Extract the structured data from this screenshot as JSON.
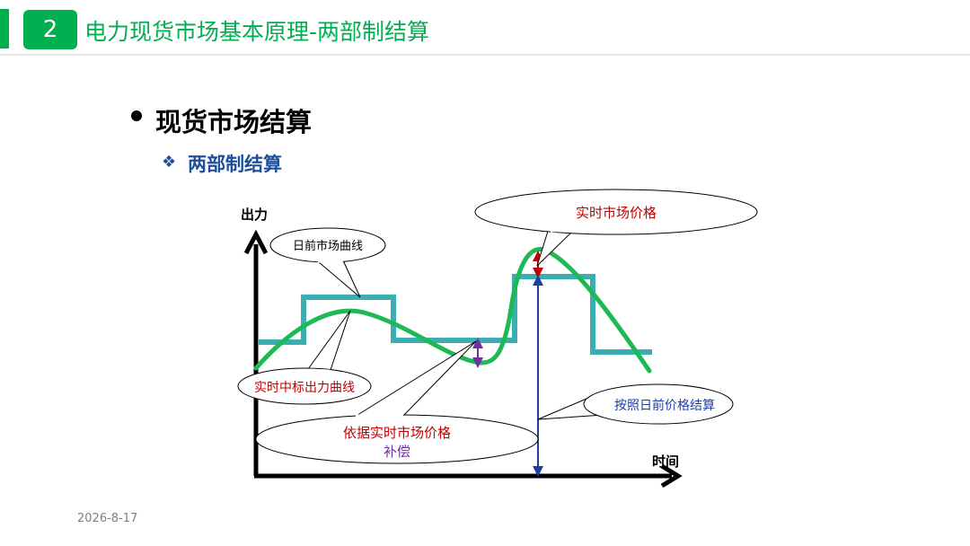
{
  "header": {
    "slide_number": "2",
    "title": "电力现货市场基本原理-两部制结算"
  },
  "heading": "现货市场结算",
  "subheading": "两部制结算",
  "subheading_bullet_icon": "diamond-bullet-icon",
  "diagram": {
    "y_axis_label": "出力",
    "x_axis_label": "时间",
    "callouts": {
      "day_ahead_curve": "日前市场曲线",
      "realtime_price": "实时市场价格",
      "realtime_bid_curve": "实时中标出力曲线",
      "compensation_line1": "依据实时市场价格",
      "compensation_line2": "补偿",
      "settle_day_ahead": "按照日前价格结算"
    },
    "colors": {
      "day_ahead_curve": "#3aaeb0",
      "realtime_curve": "#1db954",
      "red_arrow": "#c00000",
      "purple_arrow": "#7030a0",
      "blue_arrow": "#1f3fa0",
      "accent_green": "#00b050"
    }
  },
  "footer": {
    "date": "2026-8-17"
  }
}
